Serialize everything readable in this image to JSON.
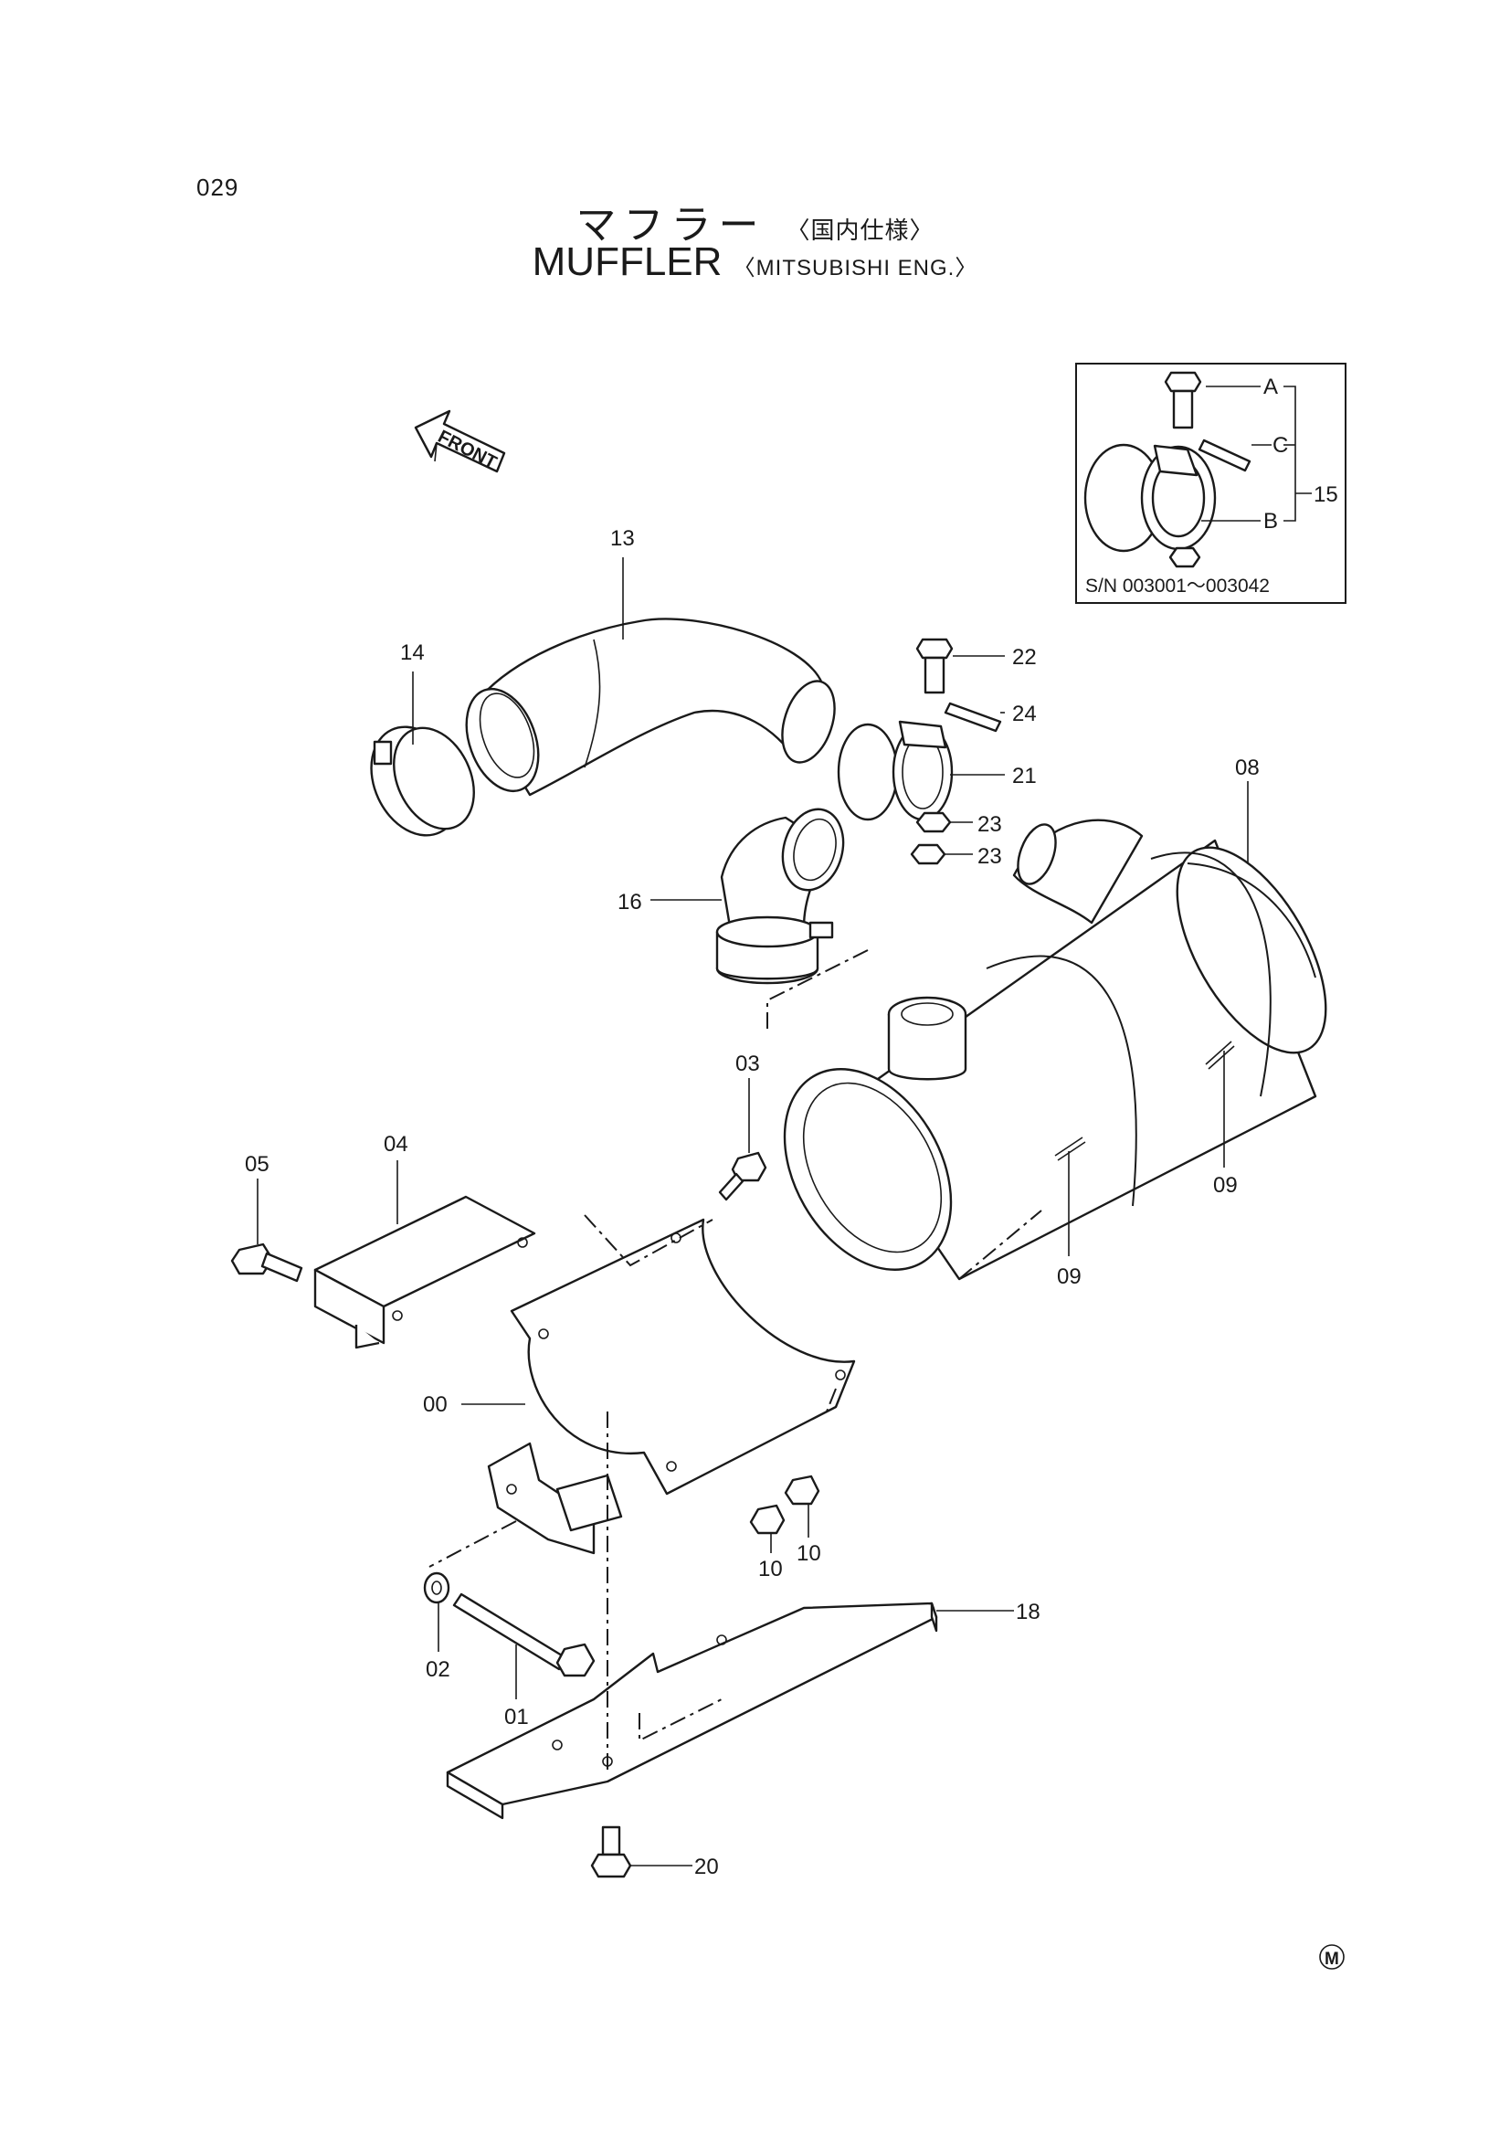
{
  "page": {
    "code": "029"
  },
  "title": {
    "jp": "マフラー",
    "jp_sub": "〈国内仕様〉",
    "en": "MUFFLER",
    "en_sub": "〈MITSUBISHI  ENG.〉"
  },
  "front_indicator": "FRONT",
  "inset": {
    "callouts": [
      "A",
      "B",
      "C"
    ],
    "part": "15",
    "serial": "S/N  003001～003042"
  },
  "callouts": {
    "p00": "00",
    "p01": "01",
    "p02": "02",
    "p03": "03",
    "p04": "04",
    "p05": "05",
    "p08": "08",
    "p09a": "09",
    "p09b": "09",
    "p10a": "10",
    "p10b": "10",
    "p13": "13",
    "p14": "14",
    "p16": "16",
    "p18": "18",
    "p20": "20",
    "p21": "21",
    "p22": "22",
    "p23a": "23",
    "p23b": "23",
    "p24": "24"
  },
  "maker_mark": "M"
}
